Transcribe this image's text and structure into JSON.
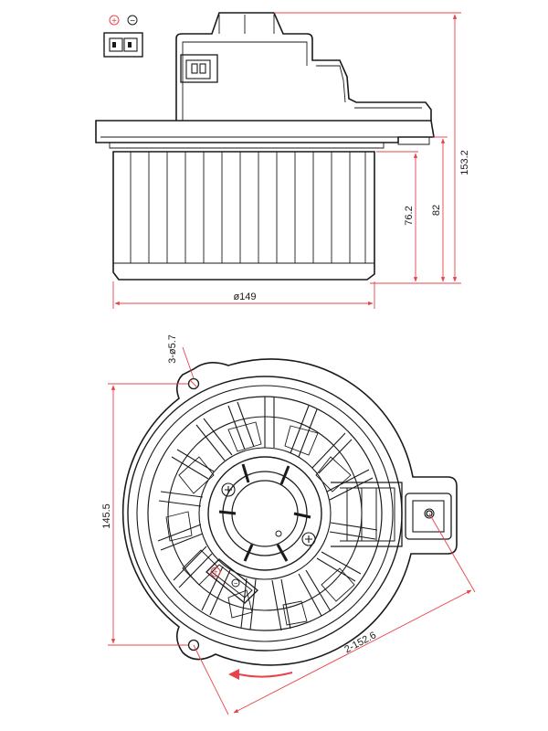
{
  "side_view": {
    "polarity_plus": "+",
    "polarity_minus": "−",
    "dim_height_total": "153.2",
    "dim_height_82": "82",
    "dim_height_76": "76.2",
    "dim_diameter": "ø149"
  },
  "bottom_view": {
    "dim_holes": "3-ø5.7",
    "dim_height": "145.5",
    "dim_pitch": "2-152.6",
    "polarity_plus": "+",
    "polarity_minus": "−"
  },
  "colors": {
    "line": "#1a1a1a",
    "dimension": "#e8434a"
  }
}
